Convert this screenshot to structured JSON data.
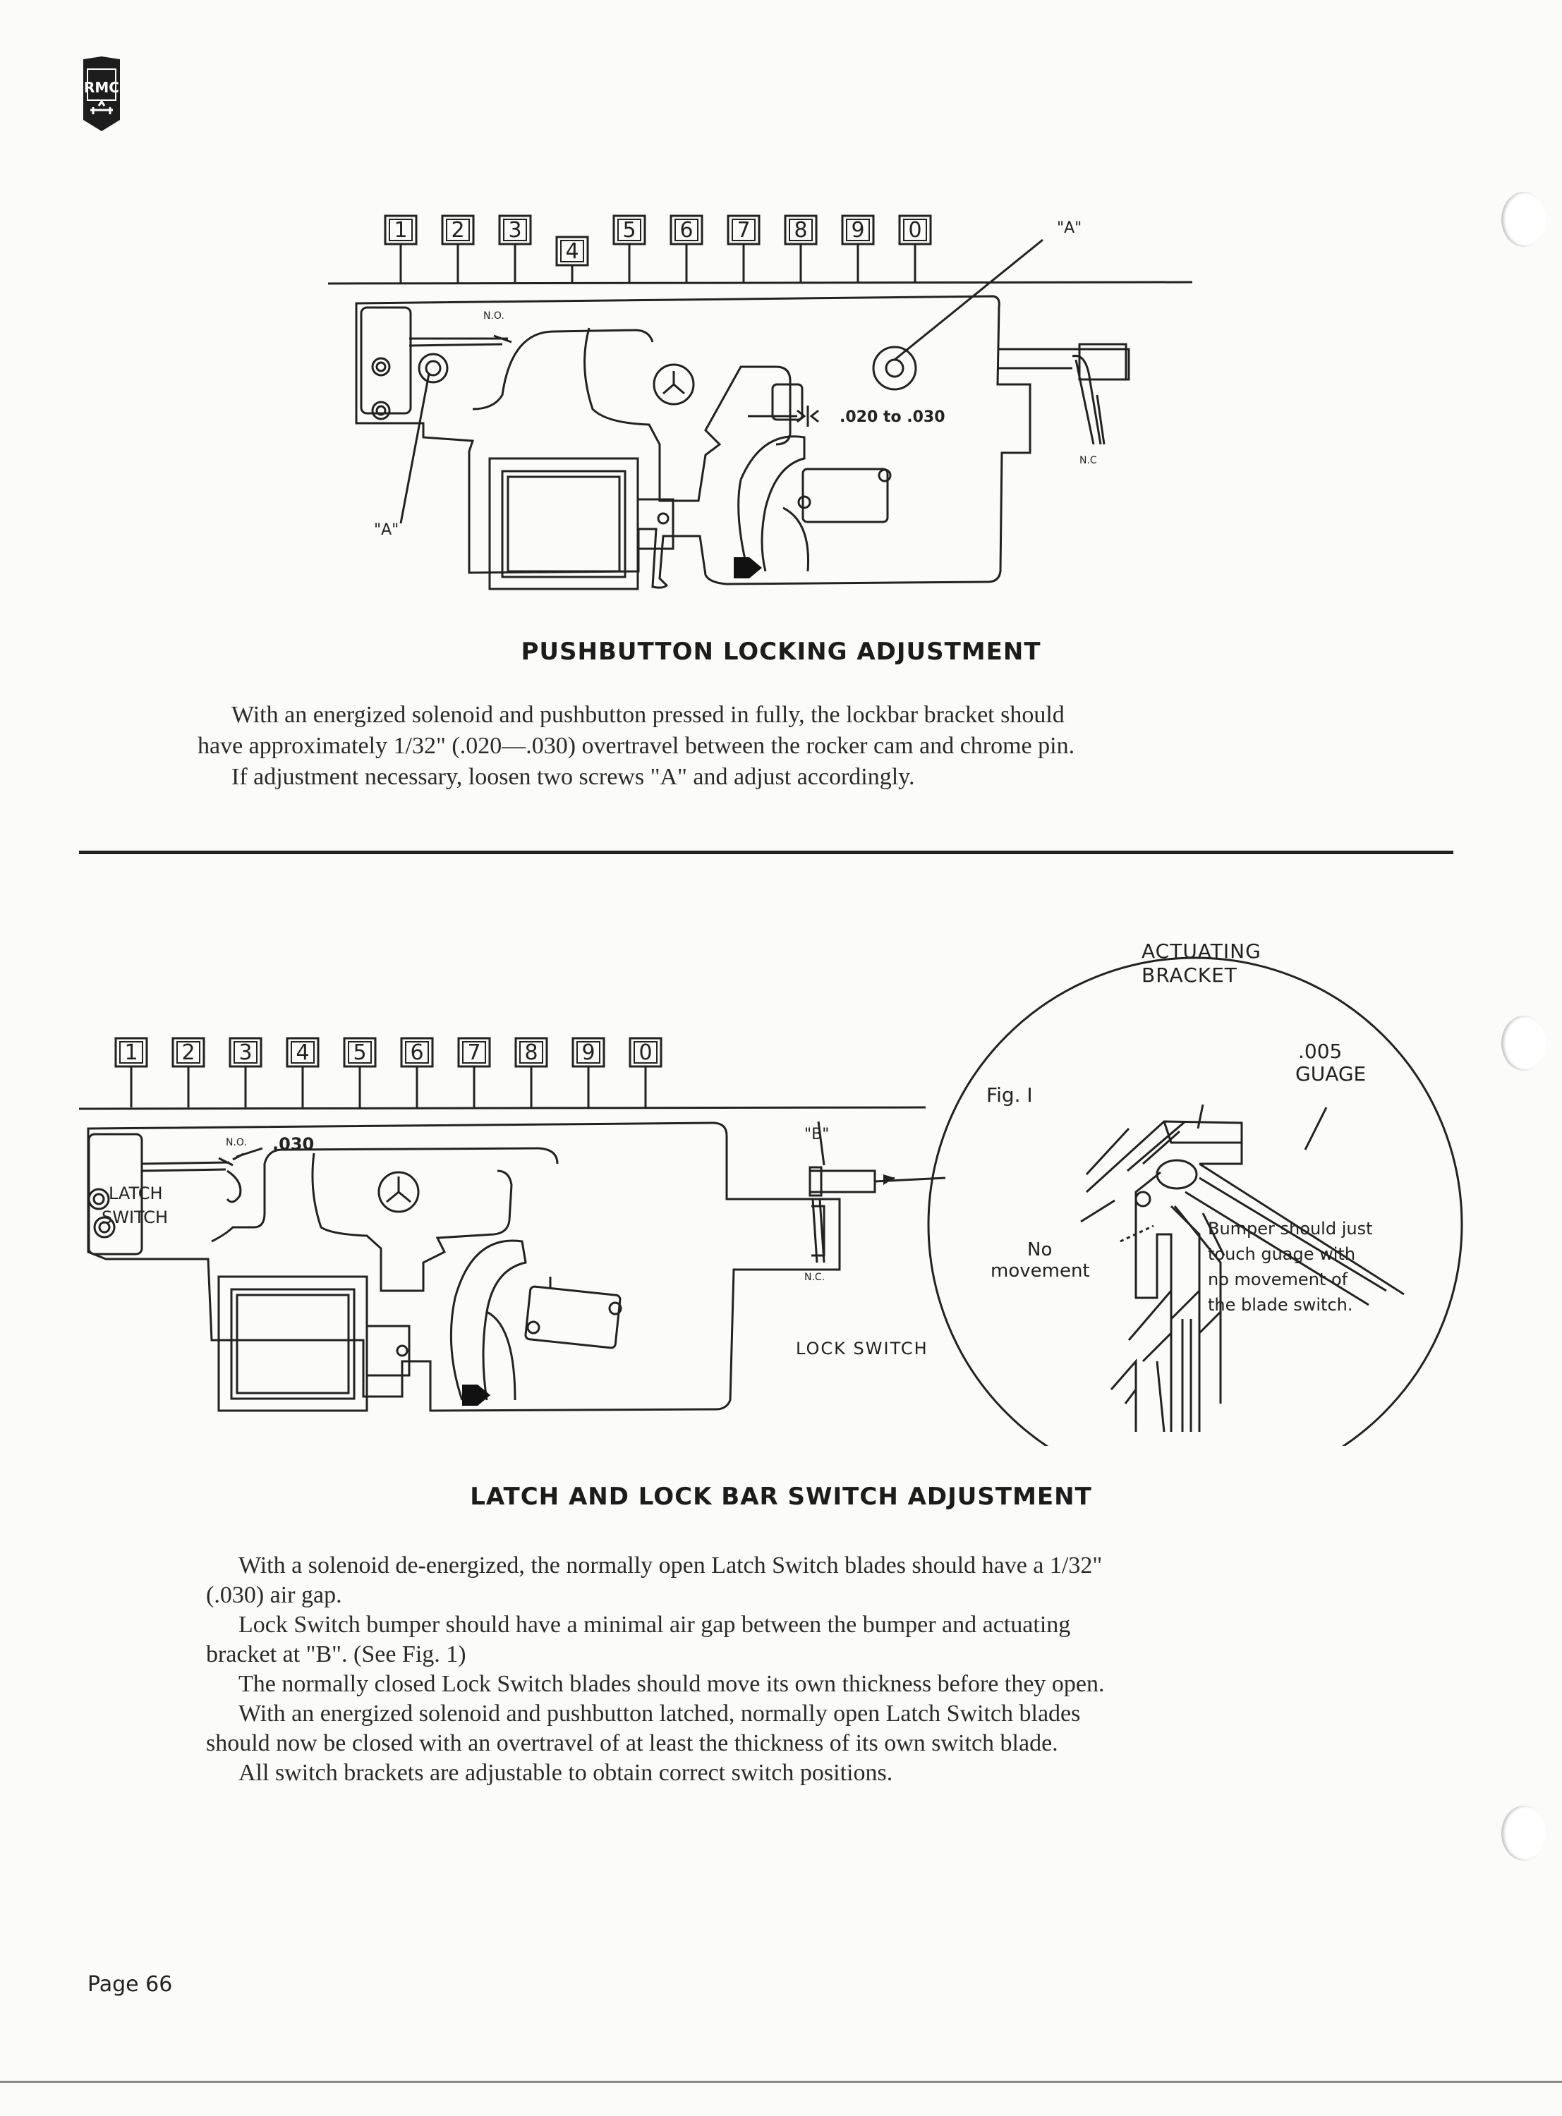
{
  "logo": {
    "text": "RMC"
  },
  "diagram1": {
    "keys": [
      "1",
      "2",
      "3",
      "4",
      "5",
      "6",
      "7",
      "8",
      "9",
      "0"
    ],
    "labels": {
      "no": "N.O.",
      "nc": "N.C",
      "a_top": "\"A\"",
      "a_bottom": "\"A\"",
      "gap": ".020 to .030"
    }
  },
  "caption1": "PUSHBUTTON LOCKING ADJUSTMENT",
  "para1": [
    "With an energized solenoid and pushbutton pressed in fully, the lockbar bracket should",
    "have approximately 1/32\" (.020—.030) overtravel between the rocker cam and chrome pin.",
    "If adjustment necessary, loosen two screws \"A\" and adjust accordingly."
  ],
  "diagram2": {
    "keys": [
      "1",
      "2",
      "3",
      "4",
      "5",
      "6",
      "7",
      "8",
      "9",
      "0"
    ],
    "labels": {
      "no": "N.O.",
      "gap": ".030",
      "latch": "LATCH",
      "switch": "SWITCH",
      "b": "\"B\"",
      "nc": "N.C.",
      "lock_switch": "LOCK SWITCH"
    },
    "detail": {
      "actuating_1": "ACTUATING",
      "actuating_2": "BRACKET",
      "gauge_1": ".005",
      "gauge_2": "GUAGE",
      "fig": "Fig. I",
      "no_move_1": "No",
      "no_move_2": "movement",
      "bumper": [
        "Bumper should just",
        "touch guage with",
        "no movement of",
        "the blade switch."
      ]
    }
  },
  "caption2": "LATCH AND LOCK BAR SWITCH ADJUSTMENT",
  "para2": [
    "With a solenoid de-energized, the normally open Latch Switch blades should have a 1/32\"",
    "(.030) air gap.",
    "Lock Switch bumper should have a minimal air gap between the bumper and actuating",
    "bracket at \"B\". (See Fig. 1)",
    "The normally closed Lock Switch blades should move its own thickness before they open.",
    "With an energized solenoid and pushbutton latched, normally open Latch Switch blades",
    "should now be closed with an overtravel of at least the thickness of its own switch blade.",
    "All switch brackets are adjustable to obtain correct switch positions."
  ],
  "page_number": "Page 66"
}
